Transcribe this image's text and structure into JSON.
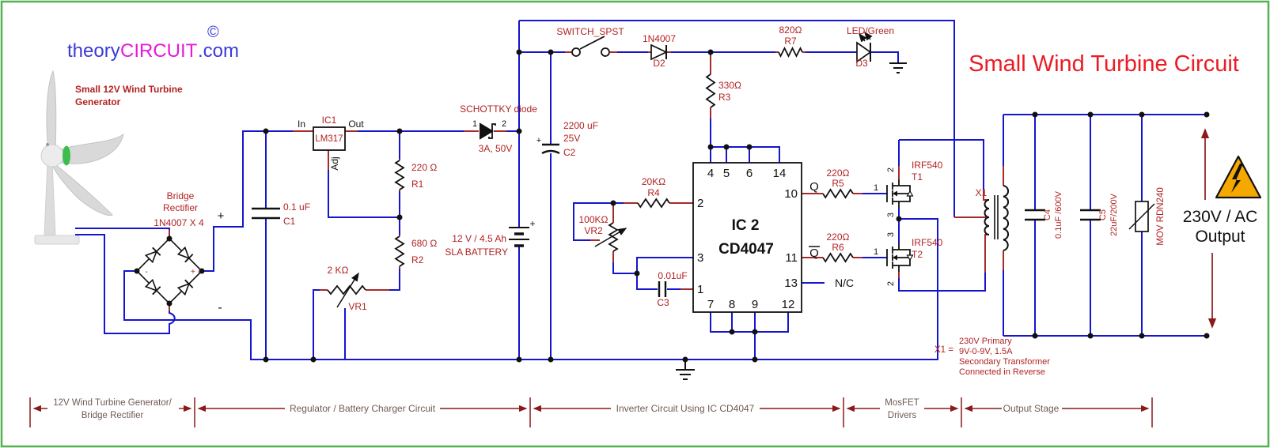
{
  "logo": {
    "part1": "theory",
    "part2": "CIRCUIT",
    "part3": ".com",
    "copyright": "©"
  },
  "title": "Small Wind Turbine Circuit",
  "turbine": {
    "label1": "Small 12V Wind Turbine",
    "label2": "Generator"
  },
  "bridge": {
    "line1": "Bridge",
    "line2": "Rectifier",
    "line3": "1N4007 X 4",
    "plus": "+",
    "minus": "-",
    "node_plus": "+ -",
    "node_minus": "-"
  },
  "regulator": {
    "ic_ref": "IC1",
    "part": "LM317",
    "pin_in": "In",
    "pin_out": "Out",
    "pin_adj": "Adj"
  },
  "c1": {
    "value": "0.1 uF",
    "ref": "C1"
  },
  "r1": {
    "value": "220 Ω",
    "ref": "R1"
  },
  "r2": {
    "value": "680 Ω",
    "ref": "R2"
  },
  "vr1": {
    "value": "2 KΩ",
    "ref": "VR1"
  },
  "schottky": {
    "label": "SCHOTTKY diode",
    "pin1": "1",
    "pin2": "2",
    "rating": "3A, 50V"
  },
  "battery": {
    "line1": "12 V / 4.5 Ah",
    "line2": "SLA BATTERY",
    "plus": "+"
  },
  "c2": {
    "value": "2200 uF",
    "rating": "25V",
    "ref": "C2",
    "plus": "+"
  },
  "spst_switch": {
    "label": "SWITCH_SPST"
  },
  "d2": {
    "value": "1N4007",
    "ref": "D2"
  },
  "r7": {
    "value": "820Ω",
    "ref": "R7"
  },
  "led": {
    "label": "LED/Green",
    "ref": "D3"
  },
  "r3": {
    "value": "330Ω",
    "ref": "R3"
  },
  "ic2": {
    "name": "IC 2",
    "part": "CD4047",
    "pins_top": [
      "4",
      "5",
      "6",
      "14"
    ],
    "pins_left": [
      "2",
      "3",
      "1"
    ],
    "pins_right": [
      "10",
      "11",
      "13"
    ],
    "pins_bottom": [
      "7",
      "8",
      "9",
      "12"
    ],
    "q": "Q",
    "qbar": "Q",
    "nc": "N/C"
  },
  "r4": {
    "value": "20KΩ",
    "ref": "R4"
  },
  "vr2": {
    "value": "100KΩ",
    "ref": "VR2"
  },
  "c3": {
    "value": "0.01uF",
    "ref": "C3"
  },
  "r5": {
    "value": "220Ω",
    "ref": "R5"
  },
  "r6": {
    "value": "220Ω",
    "ref": "R6"
  },
  "t1": {
    "part": "IRF540",
    "ref": "T1",
    "pin_top": "2",
    "pin_gate": "1",
    "pin_bottom": "3"
  },
  "t2": {
    "part": "IRF540",
    "ref": "T2",
    "pin_top": "3",
    "pin_gate": "1",
    "pin_bottom": "2"
  },
  "x1": {
    "ref": "X1",
    "note_label": "X1 =",
    "note_lines": [
      "230V Primary",
      "9V-0-9V, 1.5A",
      "Secondary Transformer",
      "Connected in Reverse"
    ]
  },
  "c4": {
    "ref": "C4",
    "value": "0.1uF /600V"
  },
  "c5": {
    "ref": "C5",
    "value": "22uF/200V"
  },
  "mov": {
    "label": "MOV RDN240"
  },
  "output": {
    "line1": "230V / AC",
    "line2": "Output"
  },
  "sections": [
    {
      "label1": "12V Wind Turbine Generator/",
      "label2": "Bridge Rectifier"
    },
    {
      "label1": "Regulator / Battery Charger Circuit"
    },
    {
      "label1": "Inverter Circuit Using IC CD4047"
    },
    {
      "label1": "MosFET",
      "label2": "Drivers"
    },
    {
      "label1": "Output Stage"
    }
  ],
  "colors": {
    "wire_blue": "#1515CE",
    "stub_red": "#A52A2A",
    "label_red": "#B22222",
    "title_red": "#EC1C24",
    "logo_blue": "#3A3AD6",
    "logo_magenta": "#E619D9",
    "border_green": "#53B053",
    "section_text": "#6E5A54",
    "section_arrow": "#8B1A1A",
    "hazard_yellow": "#F5A800"
  }
}
